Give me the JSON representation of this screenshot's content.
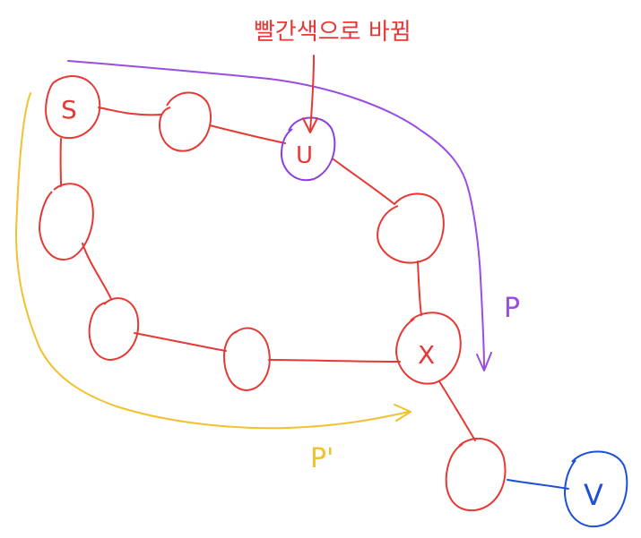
{
  "annotation": {
    "text": "빨간색으로 바뀜",
    "color": "#e53935"
  },
  "paths": {
    "p_label": "P",
    "p_prime_label": "P'",
    "p_color": "#9b4de0",
    "p_prime_color": "#f2c12e"
  },
  "nodes": {
    "s_label": "S",
    "u_label": "U",
    "x_label": "X",
    "v_label": "V"
  },
  "colors": {
    "tree_red": "#e53935",
    "u_purple": "#8b3fd9",
    "v_blue": "#1f4fd6"
  }
}
